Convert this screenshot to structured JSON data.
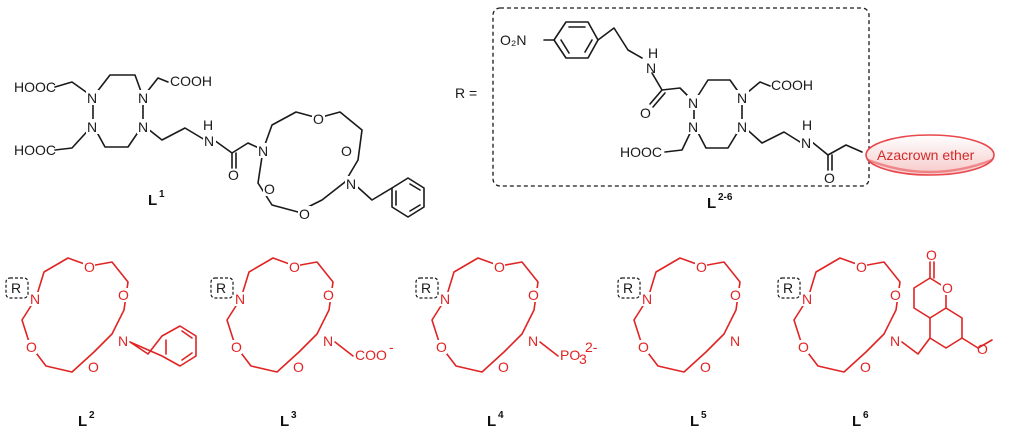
{
  "ligand_l1": {
    "label": "L",
    "sup": "1",
    "groups": {
      "hooc_top": "HOOC",
      "cooh_top": "COOH",
      "hooc_bottom": "HOOC",
      "amide_nh": "H",
      "amide_n": "N",
      "amide_o": "O"
    },
    "ring_n": "N",
    "crown_o": "O"
  },
  "template": {
    "r_equals": "R =",
    "label": "L",
    "sup": "2-6",
    "nitro": "O₂N",
    "nh": "H",
    "n": "N",
    "o": "O",
    "cooh": "COOH",
    "hooc": "HOOC",
    "azacrown": "Azacrown ether"
  },
  "series": [
    {
      "key": "l2",
      "label": "L",
      "sup": "2",
      "r": "R",
      "pendant": "benzyl"
    },
    {
      "key": "l3",
      "label": "L",
      "sup": "3",
      "r": "R",
      "pendant": "COO-"
    },
    {
      "key": "l4",
      "label": "L",
      "sup": "4",
      "r": "R",
      "pendant": "PO32-"
    },
    {
      "key": "l5",
      "label": "L",
      "sup": "5",
      "r": "R",
      "pendant": "none"
    },
    {
      "key": "l6",
      "label": "L",
      "sup": "6",
      "r": "R",
      "pendant": "coumarin"
    }
  ],
  "pendant_text": {
    "coo": "COO",
    "coo_sup": "-",
    "po": "PO",
    "po_sub": "3",
    "po_sup": "2-",
    "o": "O",
    "methoxy": "O"
  },
  "colors": {
    "black": "#1a1a1a",
    "red": "#e02424",
    "pill": "#e8474c"
  }
}
